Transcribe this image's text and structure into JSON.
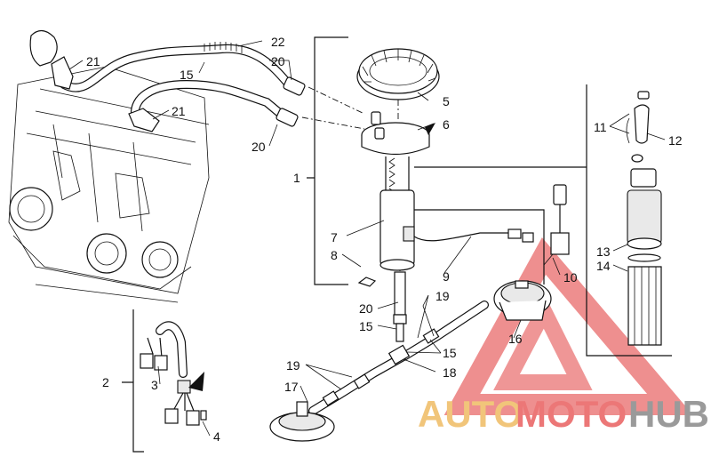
{
  "callouts": {
    "c1": "1",
    "c2": "2",
    "c3": "3",
    "c4": "4",
    "c5": "5",
    "c6": "6",
    "c7": "7",
    "c8": "8",
    "c9": "9",
    "c10": "10",
    "c11": "11",
    "c12": "12",
    "c13": "13",
    "c14": "14",
    "c15a": "15",
    "c15b": "15",
    "c15c": "15",
    "c16": "16",
    "c17": "17",
    "c18": "18",
    "c19a": "19",
    "c19b": "19",
    "c20a": "20",
    "c20b": "20",
    "c20c": "20",
    "c21a": "21",
    "c21b": "21",
    "c22": "22"
  },
  "watermark": {
    "part1": "AUTO",
    "part2": "MOTO",
    "part3": "HUB",
    "colors": {
      "auto": "#f1c57a",
      "moto": "#ec7777",
      "hub": "#9a9a9a",
      "triangle": "#e86a6a"
    }
  }
}
